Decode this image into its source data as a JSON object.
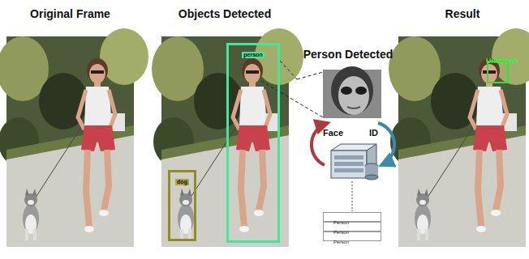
{
  "diagram": {
    "nodes": [
      {
        "text": [
          "Original Frame"
        ]
      },
      {
        "text": [
          "Objects Detected"
        ]
      },
      {
        "text": [
          "person"
        ],
        "in": 1
      },
      {
        "text": [
          "dog"
        ],
        "in": 1
      },
      {
        "text": [
          "Person Detected"
        ]
      },
      {
        "text": [
          "Person"
        ]
      },
      {
        "text": [
          "Person"
        ]
      },
      {
        "text": [
          "Person"
        ]
      },
      {
        "text": [
          "Result"
        ]
      },
      {
        "text": [
          "Unknown"
        ],
        "in": 8
      }
    ],
    "edges": [
      {
        "from": 2,
        "to": 4,
        "arrow": "none"
      }
    ],
    "labels": [
      "Face",
      "ID"
    ]
  }
}
